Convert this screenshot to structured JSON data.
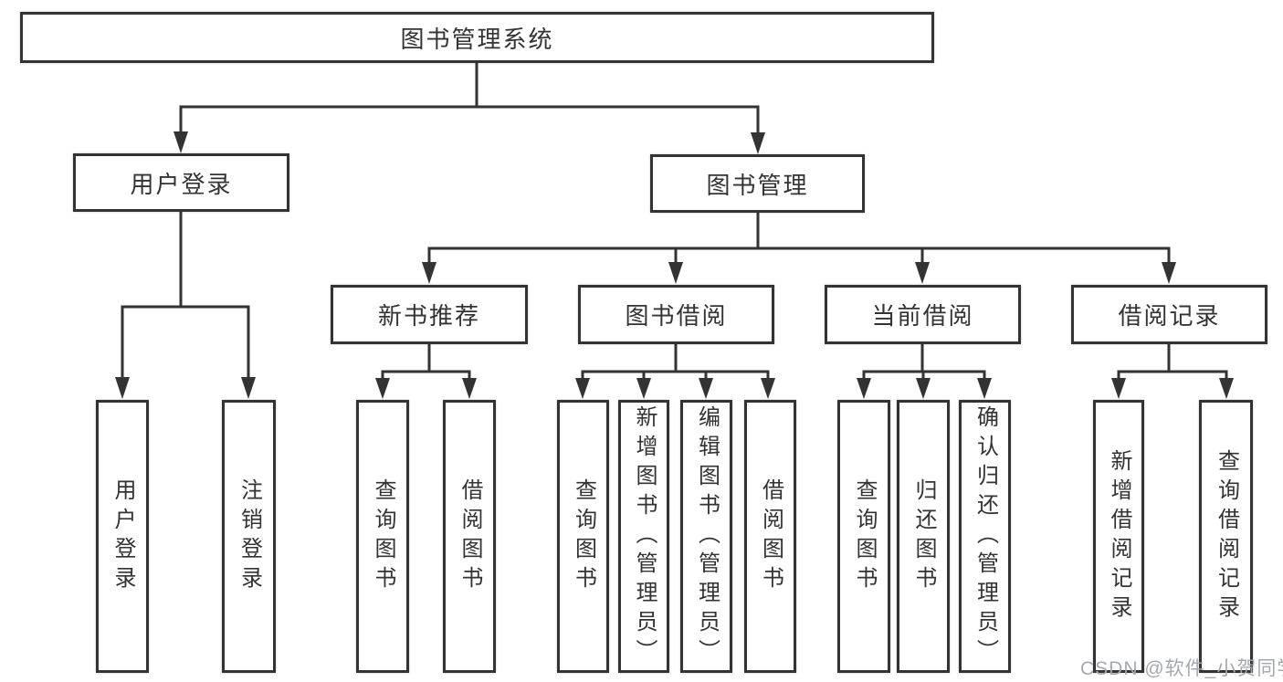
{
  "diagram": {
    "root": {
      "label": "图书管理系统"
    },
    "level2": [
      {
        "label": "用户登录"
      },
      {
        "label": "图书管理"
      }
    ],
    "level3": [
      {
        "label": "新书推荐"
      },
      {
        "label": "图书借阅"
      },
      {
        "label": "当前借阅"
      },
      {
        "label": "借阅记录"
      }
    ],
    "leaves": {
      "user_login": [
        "用户登录",
        "注销登录"
      ],
      "new_book_recommend": [
        "查询图书",
        "借阅图书"
      ],
      "book_borrow": [
        "查询图书",
        "新增图书（管理员）",
        "编辑图书（管理员）",
        "借阅图书"
      ],
      "current_borrow": [
        "查询图书",
        "归还图书",
        "确认归还（管理员）"
      ],
      "borrow_records": [
        "新增借阅记录",
        "查询借阅记录"
      ]
    },
    "colors": {
      "line": "#333333",
      "text": "#333333",
      "background": "#ffffff",
      "watermark": "#a5a9ae"
    }
  },
  "watermark": {
    "text": "CSDN @软件_小贺同学"
  }
}
